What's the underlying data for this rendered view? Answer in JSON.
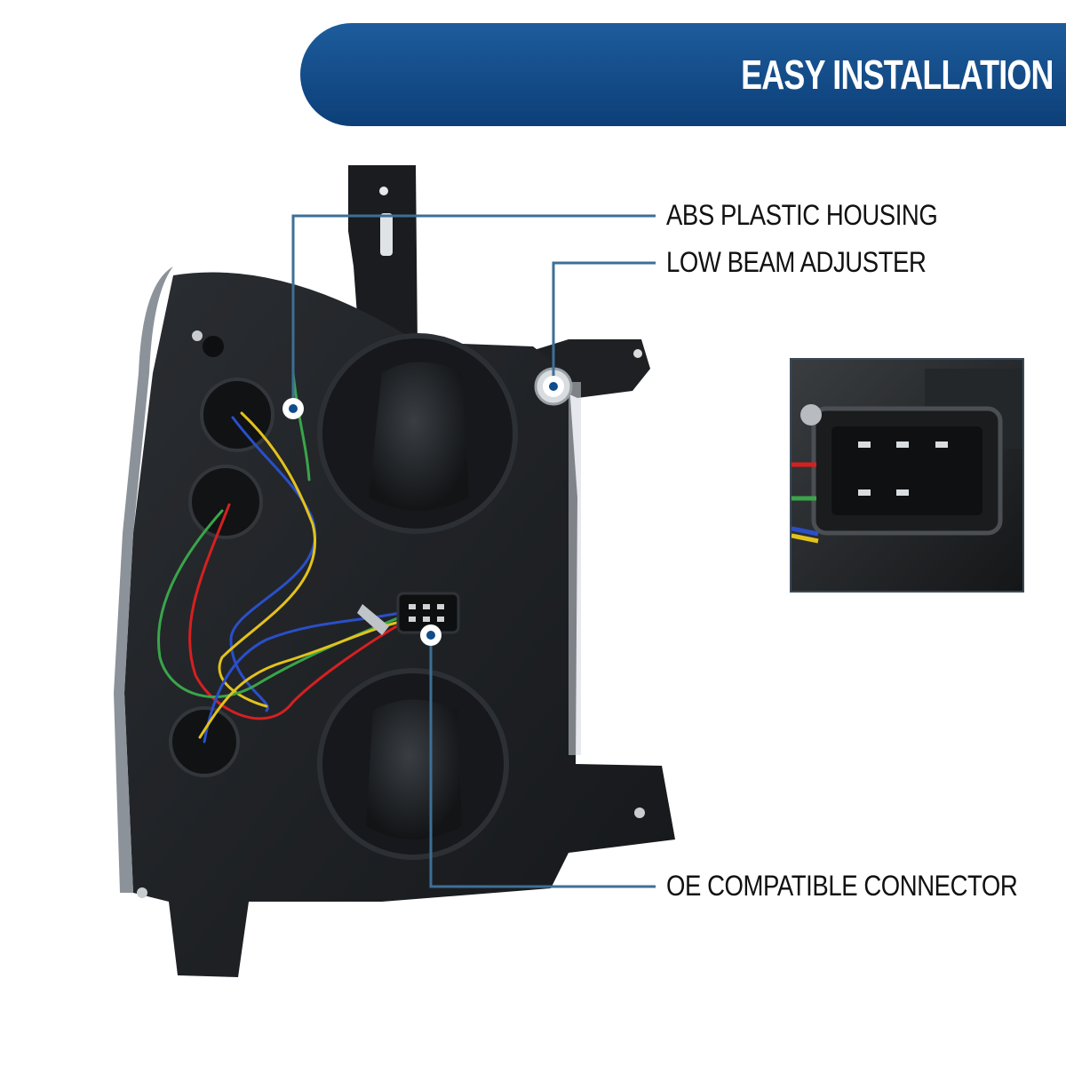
{
  "banner": {
    "title": "EASY INSTALLATION",
    "color": "#0f4c8a"
  },
  "callouts": {
    "housing": {
      "label": "ABS PLASTIC HOUSING"
    },
    "adjuster": {
      "label": "LOW BEAM ADJUSTER"
    },
    "connector": {
      "label": "OE COMPATIBLE CONNECTOR"
    }
  },
  "colors": {
    "callout_line": "#3d6f96",
    "callout_dot": "#0f4c8a",
    "housing": "#1e2124",
    "wire_red": "#d62020",
    "wire_blue": "#2a4fc9",
    "wire_yellow": "#e3c21c",
    "wire_green": "#3aa54a"
  },
  "icons": [
    "callout-dot-icon"
  ]
}
